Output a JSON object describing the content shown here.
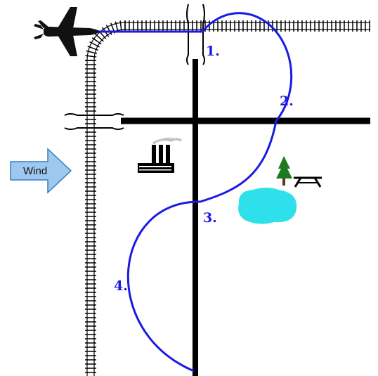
{
  "diagram": {
    "wind_label": "Wind",
    "maneuver_labels": [
      "1.",
      "2.",
      "3.",
      "4."
    ],
    "icons": [
      "airplane-icon",
      "factory-icon",
      "tree-icon",
      "picnic-table-icon",
      "pond-icon",
      "wind-arrow-icon"
    ],
    "colors": {
      "path": "#1a1ae6",
      "label": "#1a1ae6",
      "road": "#000000",
      "track": "#000000",
      "wind_arrow_fill": "#9dc8f0",
      "wind_arrow_stroke": "#3a7bbf",
      "pond": "#2ee0ea",
      "tree": "#1f7a1f",
      "factory": "#000000",
      "smoke": "#bdbdbd"
    }
  }
}
